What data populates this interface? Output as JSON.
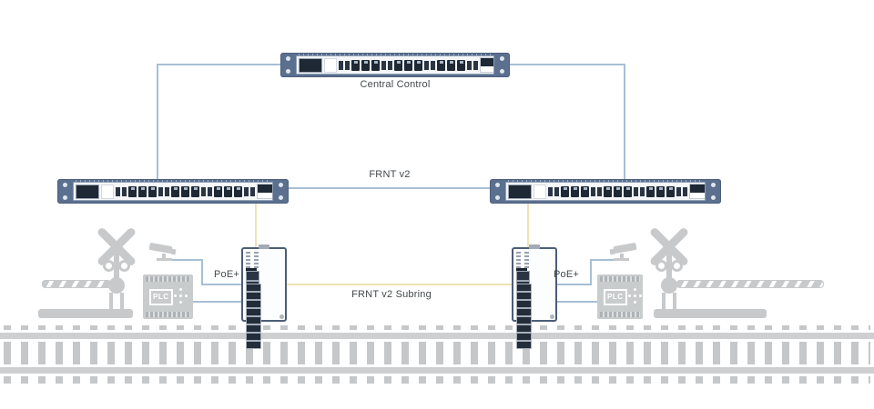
{
  "diagram": {
    "device_labels": {
      "central_switch": "Central Control",
      "ring_link": "FRNT v2",
      "subring_link": "FRNT v2 Subring",
      "poe_left": "PoE+",
      "poe_right": "PoE+",
      "plc_left": "PLC",
      "plc_right": "PLC"
    },
    "devices": [
      {
        "id": "central-switch",
        "type": "rackmount-ethernet-switch",
        "label": "Central Control"
      },
      {
        "id": "ring-switch-left",
        "type": "rackmount-ethernet-switch",
        "label": ""
      },
      {
        "id": "ring-switch-right",
        "type": "rackmount-ethernet-switch",
        "label": ""
      },
      {
        "id": "poe-switch-left",
        "type": "din-rail-poe-switch",
        "label": "PoE+"
      },
      {
        "id": "poe-switch-right",
        "type": "din-rail-poe-switch",
        "label": "PoE+"
      },
      {
        "id": "camera-left",
        "type": "cctv-camera",
        "label": ""
      },
      {
        "id": "camera-right",
        "type": "cctv-camera",
        "label": ""
      },
      {
        "id": "plc-left",
        "type": "plc-controller",
        "label": "PLC"
      },
      {
        "id": "plc-right",
        "type": "plc-controller",
        "label": "PLC"
      },
      {
        "id": "crossing-gate-left",
        "type": "railroad-crossing-gate",
        "label": ""
      },
      {
        "id": "crossing-gate-right",
        "type": "railroad-crossing-gate",
        "label": ""
      },
      {
        "id": "railway-track",
        "type": "railroad-track",
        "label": ""
      }
    ],
    "connections": [
      {
        "from": "central-switch",
        "to": "ring-switch-left",
        "style": "ring"
      },
      {
        "from": "central-switch",
        "to": "ring-switch-right",
        "style": "ring"
      },
      {
        "from": "ring-switch-left",
        "to": "ring-switch-right",
        "style": "ring",
        "label": "FRNT v2"
      },
      {
        "from": "ring-switch-left",
        "to": "poe-switch-left",
        "style": "subring"
      },
      {
        "from": "ring-switch-right",
        "to": "poe-switch-right",
        "style": "subring"
      },
      {
        "from": "poe-switch-left",
        "to": "poe-switch-right",
        "style": "subring",
        "label": "FRNT v2 Subring"
      },
      {
        "from": "camera-left",
        "to": "poe-switch-left",
        "style": "drop"
      },
      {
        "from": "plc-left",
        "to": "poe-switch-left",
        "style": "drop"
      },
      {
        "from": "camera-right",
        "to": "poe-switch-right",
        "style": "drop"
      },
      {
        "from": "plc-right",
        "to": "poe-switch-right",
        "style": "drop"
      }
    ],
    "colors": {
      "ring_line": "#a6bfd4",
      "subring_line": "#f2e1b6",
      "switch_chassis": "#5b6f8f",
      "scenery_gray": "#c7c9cb",
      "label_text": "#43494c"
    }
  }
}
